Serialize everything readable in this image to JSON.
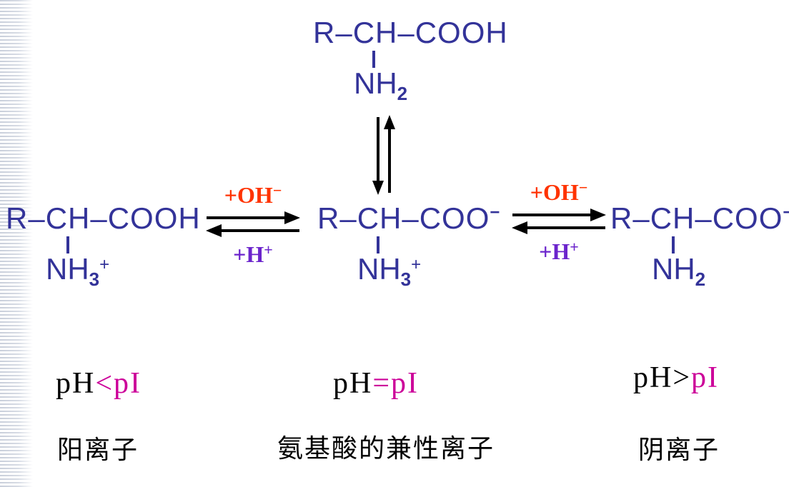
{
  "colors": {
    "formula": "#333399",
    "oh": "#FF3300",
    "h": "#6B24CC",
    "pi": "#CC0099",
    "arrow": "#000000",
    "stripe": "#C9CFDB",
    "background": "#FFFFFF",
    "text": "#000000"
  },
  "molecules": {
    "neutral_top": {
      "main": "R–CH–COOH",
      "main_sup": "",
      "amino_base": "NH",
      "amino_sub": "2",
      "amino_sup": ""
    },
    "cation": {
      "main": "R–CH–COOH",
      "main_sup": "",
      "amino_base": "NH",
      "amino_sub": "3",
      "amino_sup": "+"
    },
    "zwitterion": {
      "main": "R–CH–COO",
      "main_sup": "−",
      "amino_base": "NH",
      "amino_sub": "3",
      "amino_sup": "+"
    },
    "anion": {
      "main": "R–CH–COO",
      "main_sup": "−",
      "amino_base": "NH",
      "amino_sub": "2",
      "amino_sup": ""
    }
  },
  "reactions": {
    "left": {
      "forward_label": "+OH",
      "forward_sup": "−",
      "reverse_label": "+H",
      "reverse_sup": "+"
    },
    "right": {
      "forward_label": "+OH",
      "forward_sup": "−",
      "reverse_label": "+H",
      "reverse_sup": "+"
    }
  },
  "ph_labels": [
    {
      "prefix": "pH",
      "op": "<",
      "suffix": "pI"
    },
    {
      "prefix": "pH",
      "op": "=",
      "suffix": "pI"
    },
    {
      "prefix": "pH",
      "op": ">",
      "suffix": "pI"
    }
  ],
  "captions": {
    "cation": "阳离子",
    "zwitterion": "氨基酸的兼性离子",
    "anion": "阴离子"
  }
}
